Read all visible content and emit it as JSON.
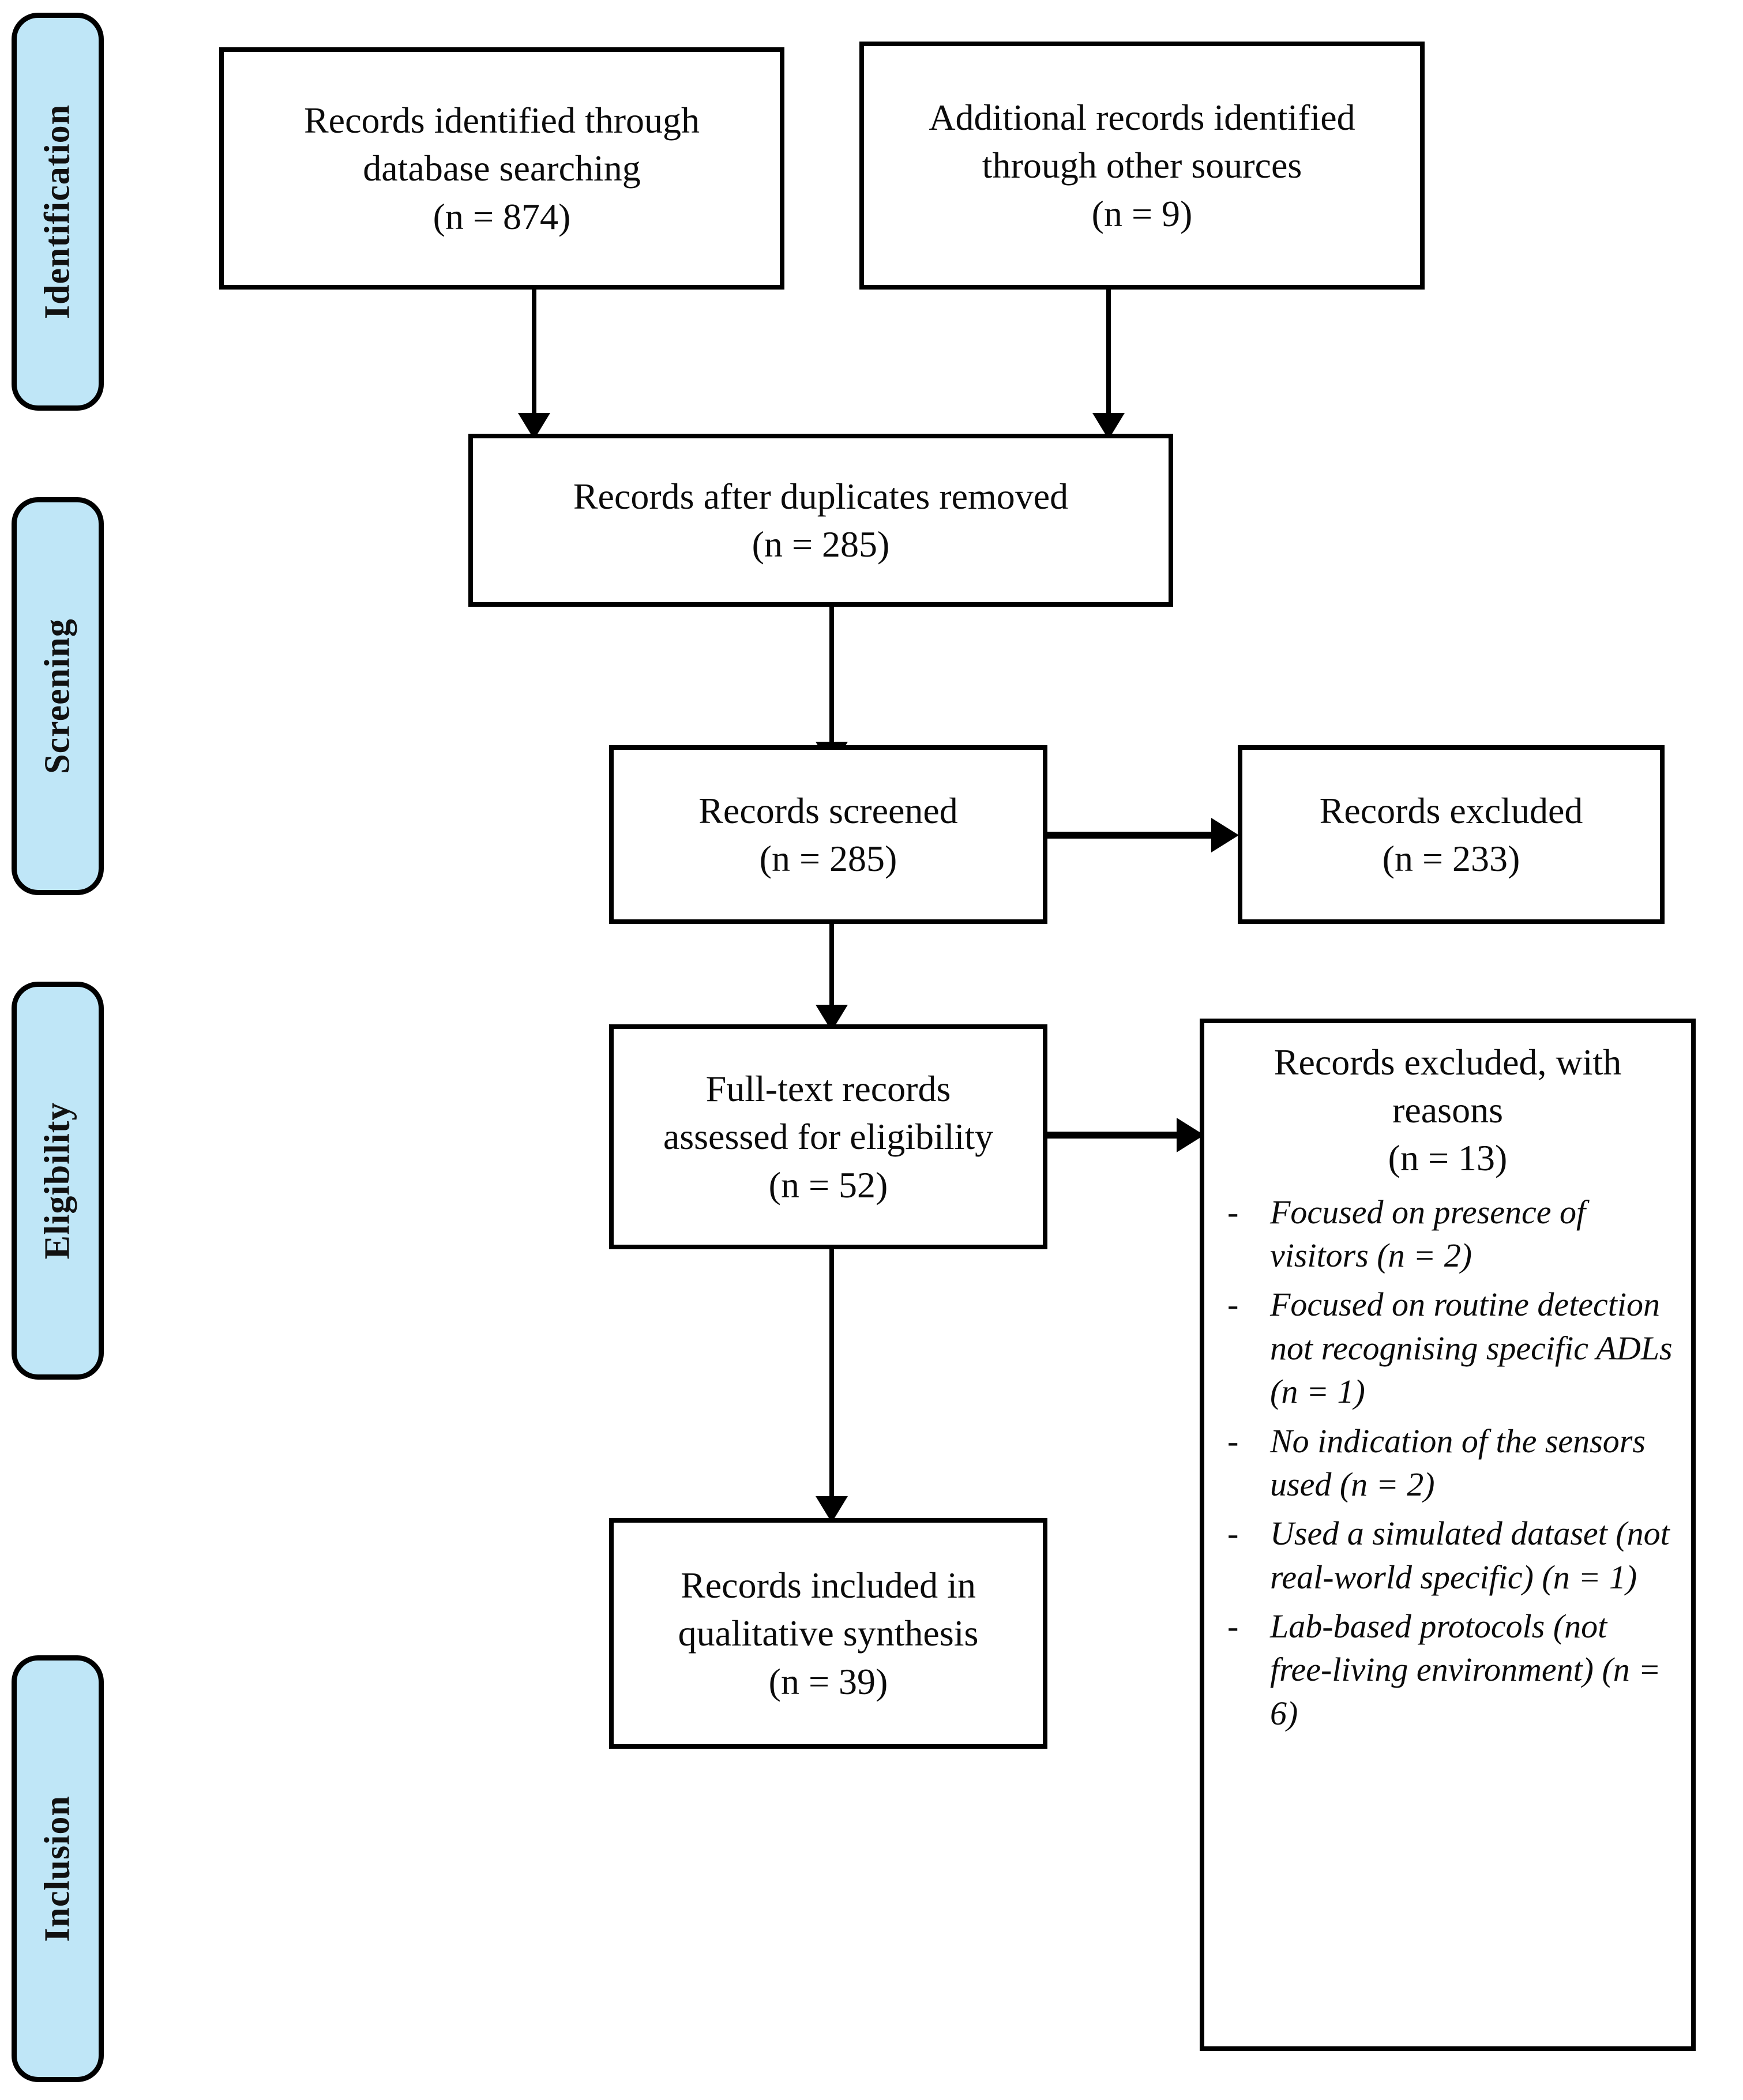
{
  "diagram": {
    "type": "prisma-flow-diagram",
    "accent_color": "#BFE6F7",
    "line_color": "#000000"
  },
  "stages": [
    {
      "label": "Identification"
    },
    {
      "label": "Screening"
    },
    {
      "label": "Eligibility"
    },
    {
      "label": "Inclusion"
    }
  ],
  "boxes": {
    "database_search": {
      "lines": [
        "Records identified through",
        "database searching",
        "(n = 874)"
      ]
    },
    "other_sources": {
      "lines": [
        "Additional records identified",
        "through other sources",
        "(n = 9)"
      ]
    },
    "duplicates_removed": {
      "lines": [
        "Records after duplicates removed",
        "(n = 285)"
      ]
    },
    "records_screened": {
      "lines": [
        "Records screened",
        "(n = 285)"
      ]
    },
    "records_excluded": {
      "lines": [
        "Records excluded",
        "(n = 233)"
      ]
    },
    "fulltext_assessed": {
      "lines": [
        "Full-text records",
        "assessed for eligibility",
        "(n = 52)"
      ]
    },
    "records_included": {
      "lines": [
        "Records included in",
        "qualitative synthesis",
        "(n = 39)"
      ]
    },
    "excluded_with_reasons": {
      "header_lines": [
        "Records excluded, with",
        "reasons",
        "(n = 13)"
      ],
      "bullet_marker": "-",
      "reasons": [
        "Focused on presence of visitors (n = 2)",
        "Focused on routine detection not recognising specific ADLs (n = 1)",
        "No indication of the sensors used (n = 2)",
        "Used a simulated dataset (not real-world specific) (n = 1)",
        "Lab-based protocols (not free-living environment) (n = 6)"
      ]
    }
  }
}
